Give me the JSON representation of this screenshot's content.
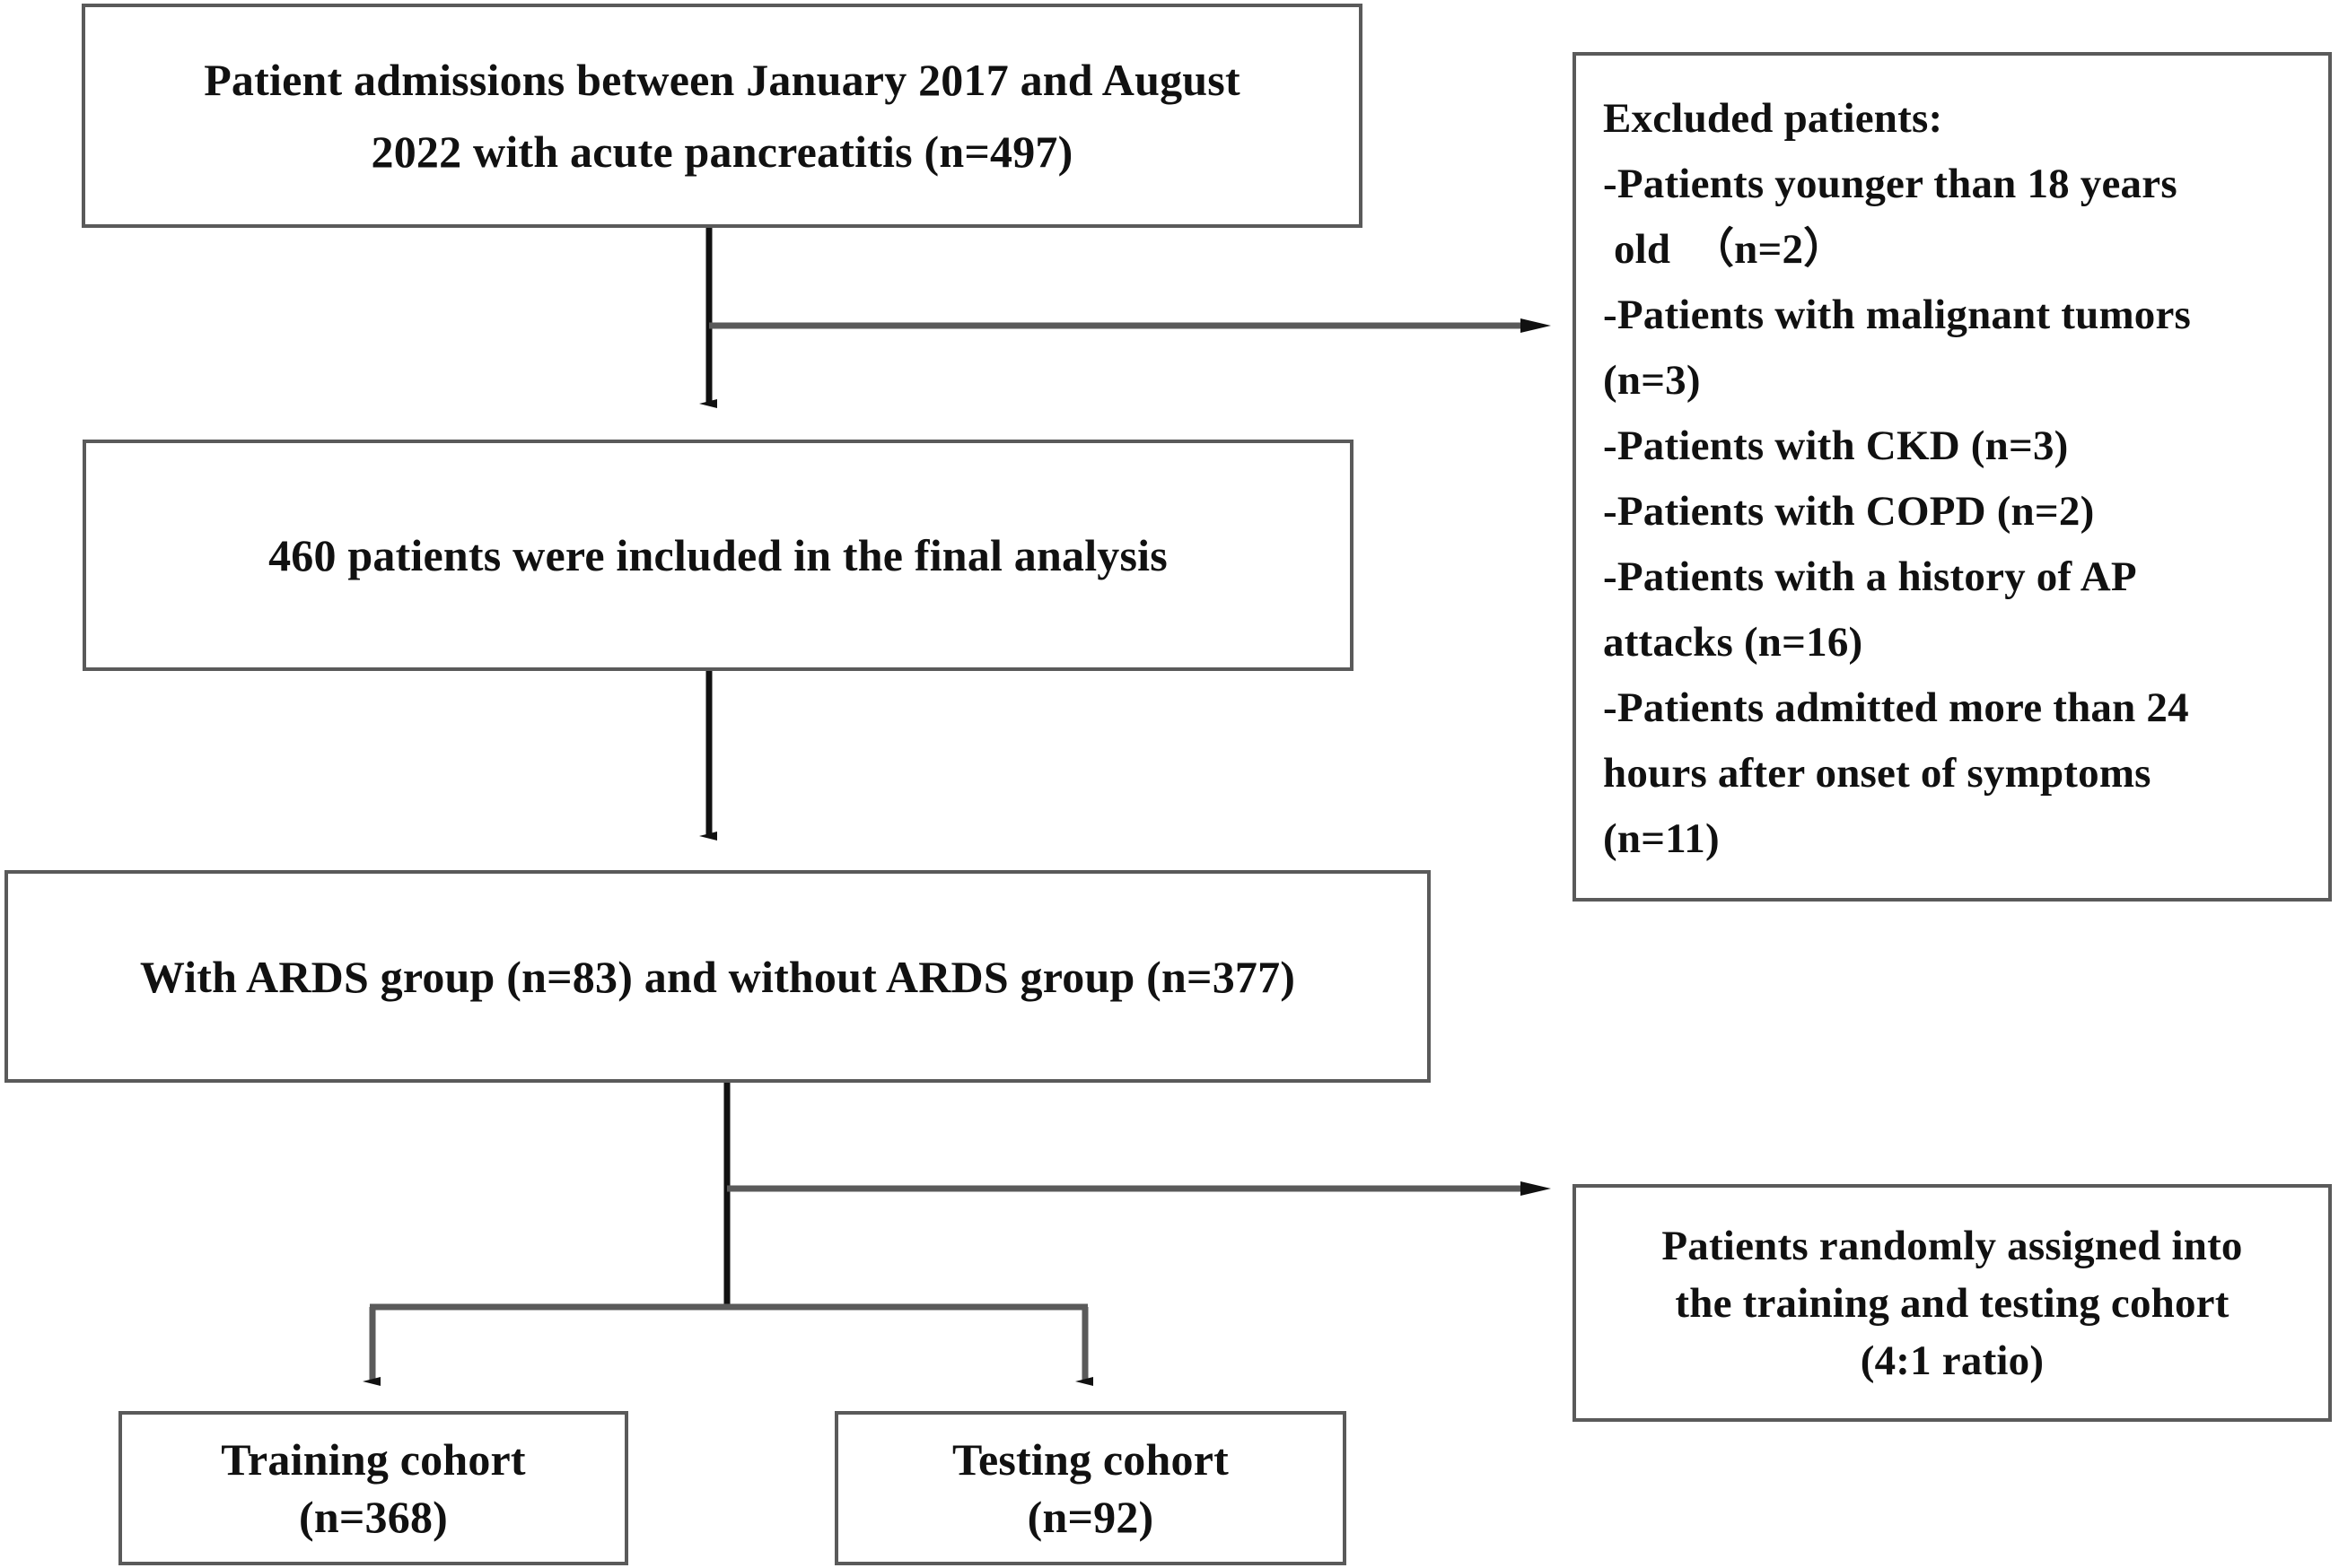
{
  "diagram": {
    "title": "Study participant flow diagram",
    "type": "flowchart",
    "line_color": "#5a5a5a",
    "arrow_color": "#111111",
    "background": "#ffffff"
  },
  "nodes": {
    "admissions": {
      "id": "admissions",
      "line1": "Patient admissions between January 2017 and August",
      "line2": "2022 with acute pancreatitis (n=497)",
      "count": 497
    },
    "included": {
      "id": "included",
      "line1": "460 patients were included in the final analysis",
      "count": 460
    },
    "groups": {
      "id": "groups",
      "line1": "With ARDS group (n=83) and without ARDS group (n=377)",
      "with_ards": 83,
      "without_ards": 377
    },
    "excluded": {
      "id": "excluded",
      "heading": "Excluded patients:",
      "items": [
        {
          "line1": "-Patients younger than 18 years",
          "line2": " old　（n=2）",
          "n": 2
        },
        {
          "line1": "-Patients with malignant tumors",
          "line2": "(n=3)",
          "n": 3
        },
        {
          "line1": "-Patients with CKD (n=3)",
          "line2": "",
          "n": 3
        },
        {
          "line1": "-Patients with COPD (n=2)",
          "line2": "",
          "n": 2
        },
        {
          "line1": "-Patients with a history of AP",
          "line2": "attacks (n=16)",
          "n": 16
        },
        {
          "line1": "-Patients admitted more than 24",
          "line2": "hours after onset of symptoms",
          "line3": "(n=11)",
          "n": 11
        }
      ]
    },
    "random": {
      "id": "random",
      "line1": "Patients randomly assigned into",
      "line2": "the training and testing cohort",
      "line3": "(4:1 ratio)",
      "ratio": "4:1"
    },
    "training": {
      "id": "training",
      "line1": "Training cohort",
      "line2": "(n=368)",
      "count": 368
    },
    "testing": {
      "id": "testing",
      "line1": "Testing cohort",
      "line2": "(n=92)",
      "count": 92
    }
  },
  "edges": [
    {
      "from": "admissions",
      "to": "included",
      "label": "",
      "kind": "down-arrow"
    },
    {
      "from": "admissions",
      "to": "excluded",
      "label": "",
      "kind": "right-arrow"
    },
    {
      "from": "included",
      "to": "groups",
      "label": "",
      "kind": "down-arrow"
    },
    {
      "from": "groups",
      "to": "random",
      "label": "",
      "kind": "right-arrow"
    },
    {
      "from": "groups",
      "to": "training",
      "label": "",
      "kind": "down-arrow"
    },
    {
      "from": "groups",
      "to": "testing",
      "label": "",
      "kind": "down-arrow"
    }
  ]
}
